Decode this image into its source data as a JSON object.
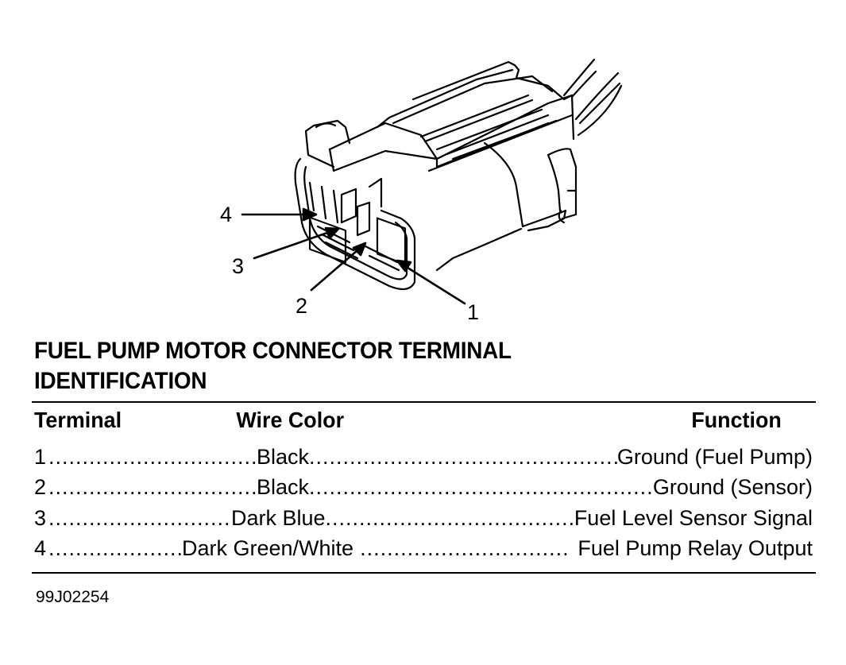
{
  "diagram": {
    "subject": "fuel pump motor connector (4-pin) with wires",
    "callouts": [
      "1",
      "2",
      "3",
      "4"
    ]
  },
  "title_lines": [
    "FUEL PUMP MOTOR CONNECTOR TERMINAL",
    "IDENTIFICATION"
  ],
  "table": {
    "headers": {
      "terminal": "Terminal",
      "wire_color": "Wire Color",
      "function": "Function"
    },
    "rows": [
      {
        "terminal": "1",
        "wire_color": "Black",
        "function": "Ground (Fuel Pump)"
      },
      {
        "terminal": "2",
        "wire_color": "Black",
        "function": "Ground (Sensor)"
      },
      {
        "terminal": "3",
        "wire_color": "Dark Blue",
        "function": "Fuel Level Sensor Signal"
      },
      {
        "terminal": "4",
        "wire_color": "Dark Green/White",
        "function": "Fuel Pump Relay Output"
      }
    ]
  },
  "figure_code": "99J02254"
}
